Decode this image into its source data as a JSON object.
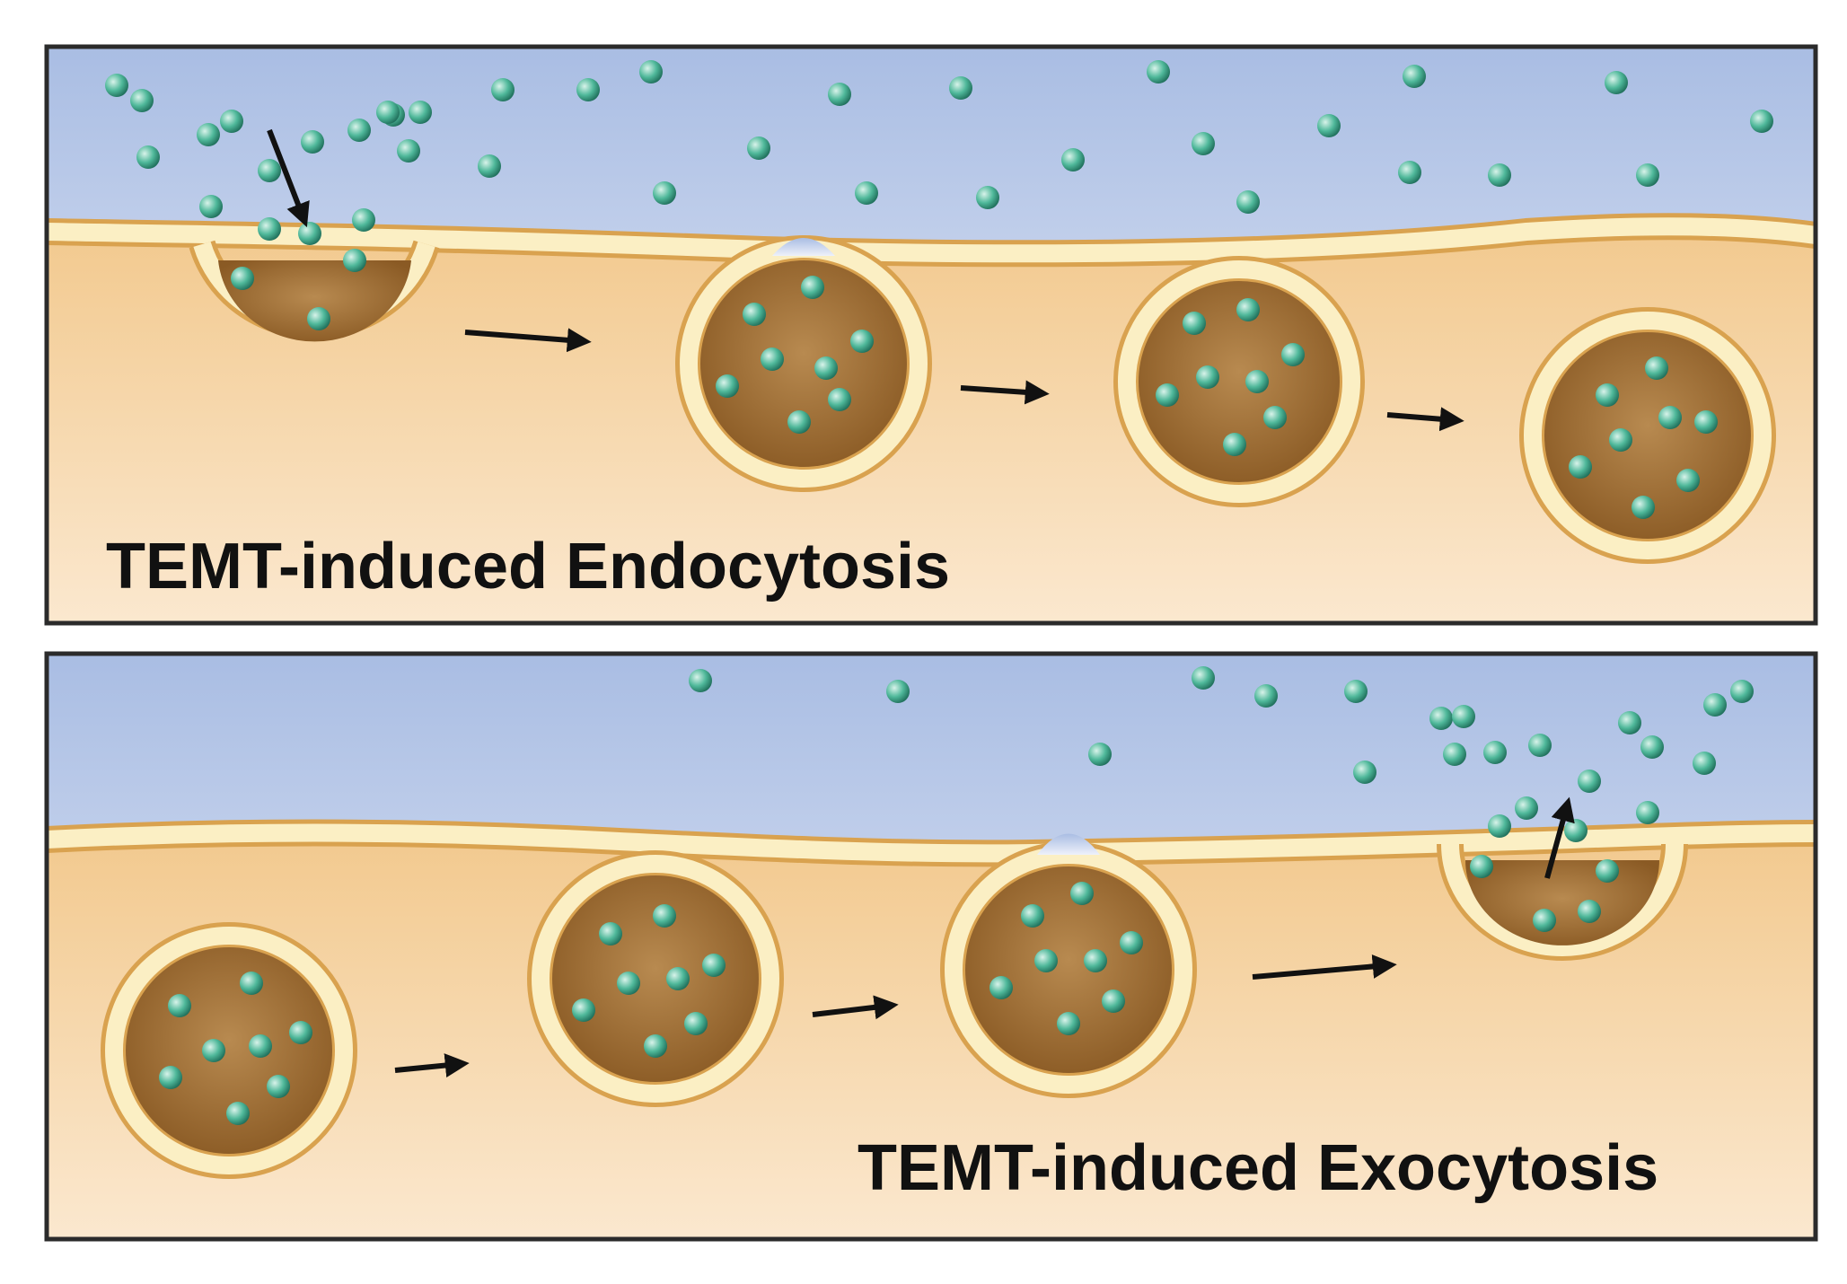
{
  "panels": [
    {
      "id": "endocytosis",
      "title": "TEMT-induced Endocytosis"
    },
    {
      "id": "exocytosis",
      "title": "TEMT-induced Exocytosis"
    }
  ],
  "colors": {
    "frame": "#2b2b2b",
    "extracellular_top": "#a9bde3",
    "extracellular_bottom": "#eef1fa",
    "cytoplasm_top": "#f2c98e",
    "cytoplasm_bottom": "#fbe8cf",
    "membrane_fill": "#fbefc4",
    "membrane_edge": "#d9a24f",
    "vesicle_core": "#8a5a24",
    "vesicle_core_light": "#b88a50",
    "particle": "#4fb89a",
    "particle_highlight": "#d8f3ea",
    "particle_edge": "#1f6e5a",
    "arrow": "#111111",
    "label": "#111111"
  }
}
